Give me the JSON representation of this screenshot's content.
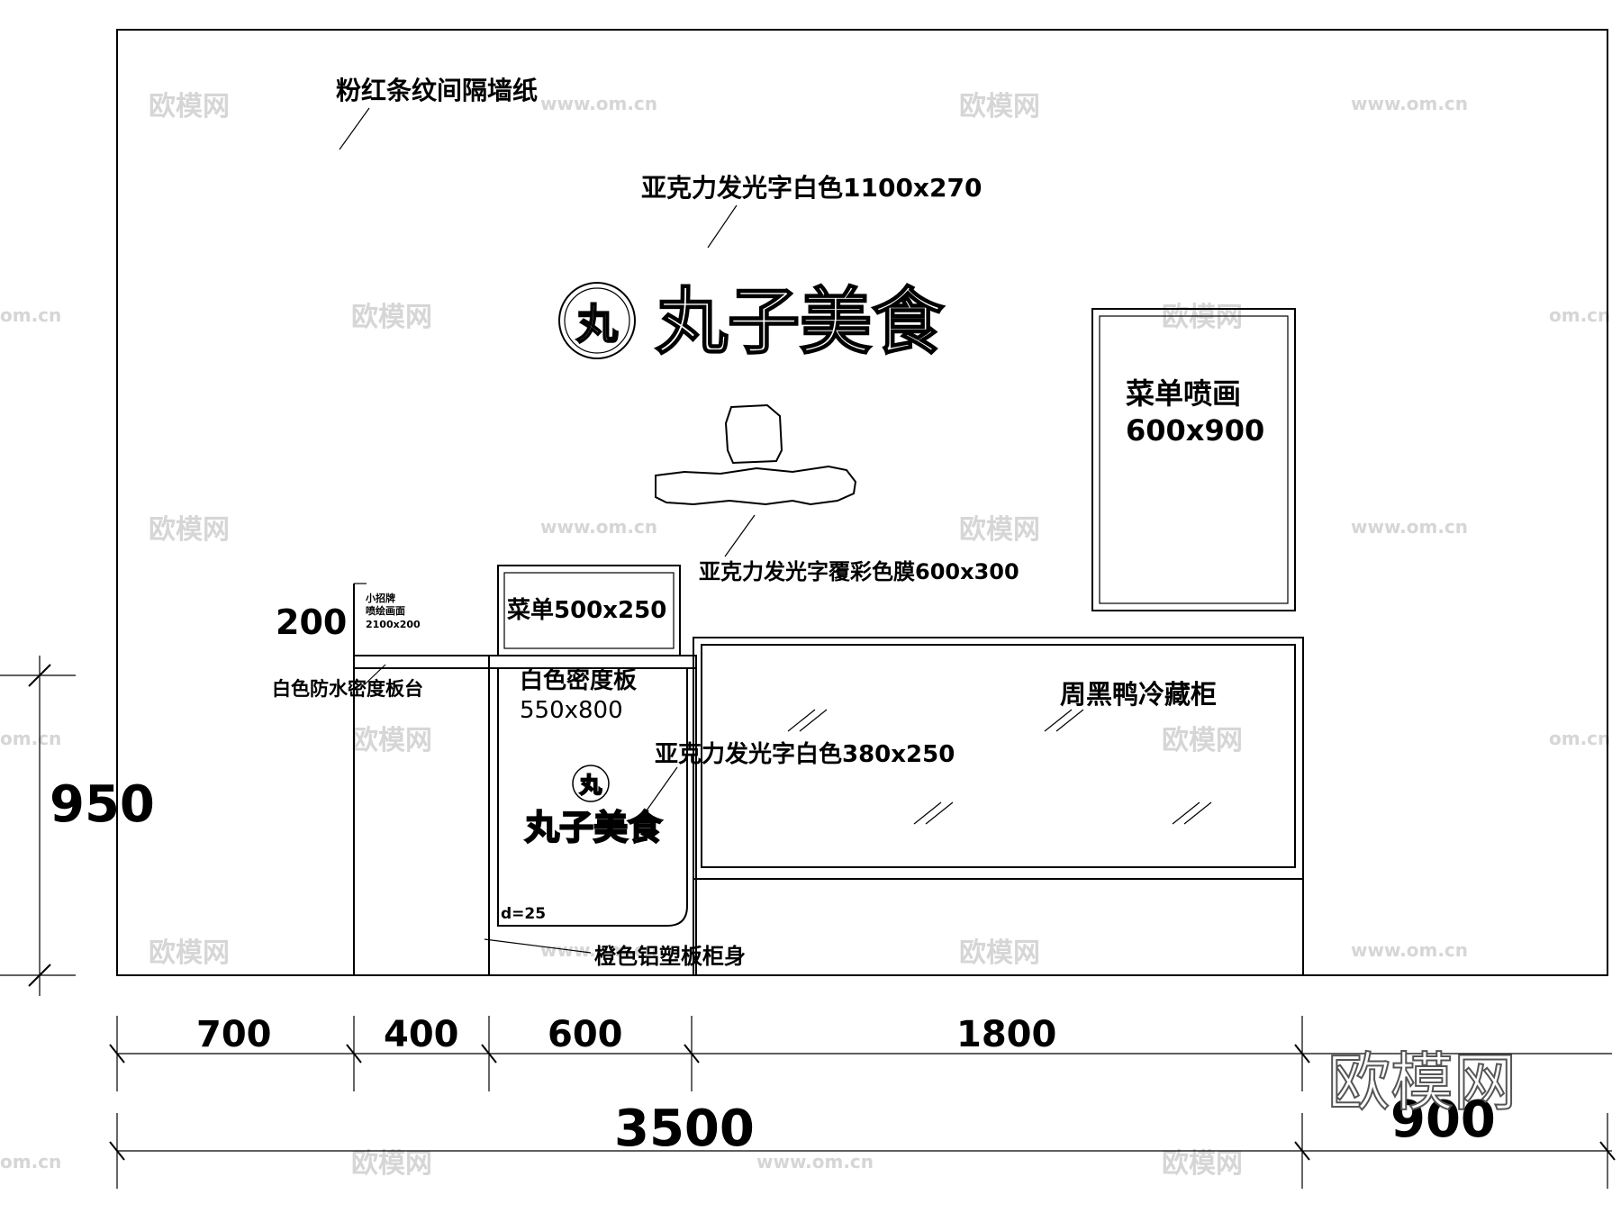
{
  "notes": {
    "wallpaper": "粉红条纹间隔墙纸",
    "acrylic_top": "亚克力发光字白色1100x270",
    "logo_main": "丸子美食",
    "logo_circle": "丸",
    "acrylic_film": "亚克力发光字覆彩色膜600x300",
    "menu_painting": "菜单喷画",
    "menu_painting_size": "600x900",
    "small_sign_1": "小招牌",
    "small_sign_2": "喷绘画面",
    "small_sign_3": "2100x200",
    "dim_200": "200",
    "counter_top": "白色防水密度板台",
    "menu_box": "菜单500x250",
    "white_board": "白色密度板",
    "white_board_size": "550x800",
    "acrylic_small": "亚克力发光字白色380x250",
    "fridge": "周黑鸭冷藏柜",
    "radius": "d=25",
    "cabinet_body": "橙色铝塑板柜身"
  },
  "dimensions": {
    "height": "950",
    "seg_1": "700",
    "seg_2": "400",
    "seg_3": "600",
    "seg_4": "1800",
    "total": "3500",
    "side": "900"
  },
  "watermarks": {
    "brand": "欧模网",
    "site": "www.om.cn",
    "site_short": "om.cn"
  }
}
